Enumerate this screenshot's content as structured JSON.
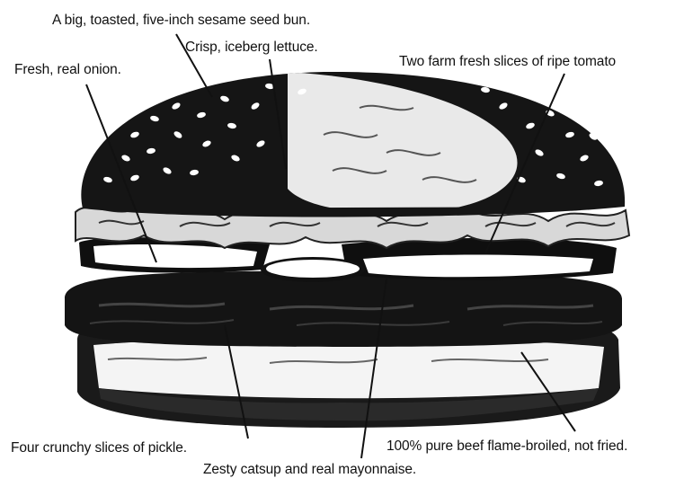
{
  "labels": {
    "bun": "A big, toasted, five-inch sesame seed bun.",
    "lettuce": "Crisp, iceberg lettuce.",
    "onion": "Fresh, real onion.",
    "tomato": "Two farm fresh slices of ripe tomato",
    "pickle": "Four crunchy slices of pickle.",
    "beef": "100% pure beef flame-broiled, not fried.",
    "condiments": "Zesty catsup and real mayonnaise."
  },
  "colors": {
    "ink": "#111111",
    "paper": "#ffffff"
  }
}
